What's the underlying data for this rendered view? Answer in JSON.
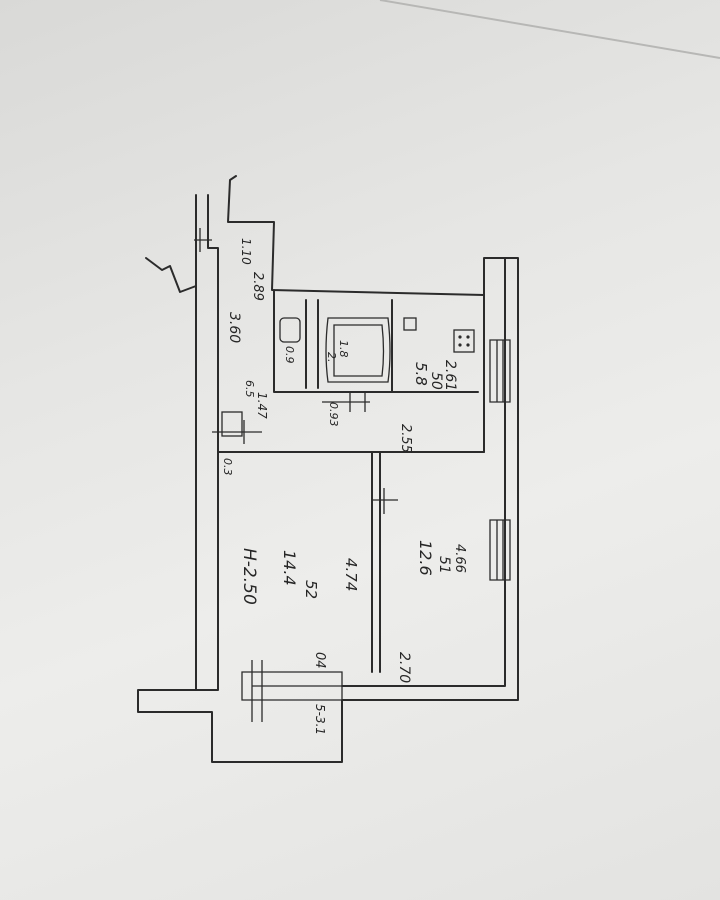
{
  "plan": {
    "labels": {
      "corridor_w": "1.10",
      "corridor_len_1": "2.89",
      "corridor_len_2": "3.60",
      "wc_w": "0.9",
      "bath_len": "1.8",
      "bath_w": "2.",
      "hall_dim": "1.47",
      "hall_dim_2": "6.5",
      "door_w": "0.93",
      "kitchen_len": "2.61",
      "kitchen_num": "50",
      "kitchen_area": "5.8",
      "kitchen_w": "2.55",
      "room1_len": "4.66",
      "room1_num": "51",
      "room1_area": "12.6",
      "room1_w": "2.70",
      "room2_w": "4.74",
      "room2_num": "52",
      "room2_area": "14.4",
      "room2_h": "H-2.50",
      "room2_misc": "04",
      "small_mark": "0.3",
      "balcony_dim": "5-3.1"
    }
  }
}
